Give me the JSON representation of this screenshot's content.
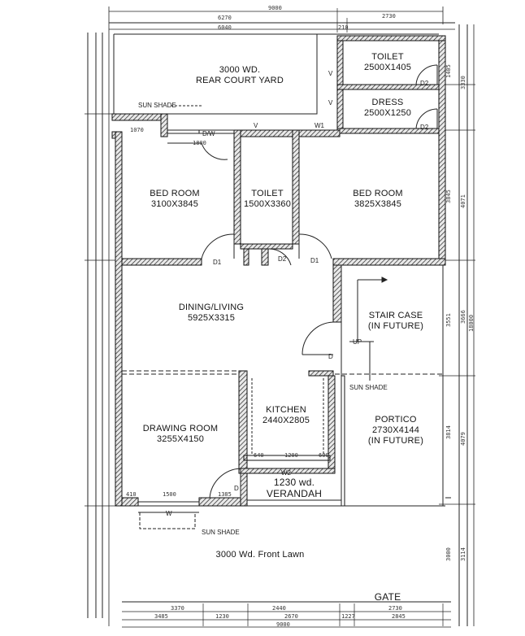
{
  "rooms": {
    "rear_court": {
      "name": "3000 WD.",
      "sub": "REAR COURT YARD"
    },
    "toilet_top": {
      "name": "TOILET",
      "size": "2500X1405"
    },
    "dress": {
      "name": "DRESS",
      "size": "2500X1250"
    },
    "bed_left": {
      "name": "BED ROOM",
      "size": "3100X3845"
    },
    "toilet_mid": {
      "name": "TOILET",
      "size": "1500X3360"
    },
    "bed_right": {
      "name": "BED ROOM",
      "size": "3825X3845"
    },
    "dining": {
      "name": "DINING/LIVING",
      "size": "5925X3315"
    },
    "stair": {
      "name": "STAIR CASE",
      "sub": "(IN FUTURE)"
    },
    "kitchen": {
      "name": "KITCHEN",
      "size": "2440X2805"
    },
    "drawing": {
      "name": "DRAWING ROOM",
      "size": "3255X4150"
    },
    "portico": {
      "name": "PORTICO",
      "size": "2730X4144",
      "sub": "(IN FUTURE)"
    },
    "verandah": {
      "name": "1230 wd.",
      "sub": "VERANDAH"
    },
    "front_lawn": {
      "name": "3000 Wd. Front Lawn"
    },
    "gate": {
      "name": "GATE"
    }
  },
  "tags": {
    "sun_shade_top": "SUN SHADE",
    "sun_shade_mid": "SUN SHADE",
    "sun_shade_bottom": "SUN SHADE",
    "dw": "D/W",
    "v1": "V",
    "v2": "V",
    "v3": "V",
    "w1": "W1",
    "w2": "W2",
    "w": "W",
    "d1_left": "D1",
    "d1_right": "D1",
    "d2_mid": "D2",
    "d2_toilet": "D2",
    "d2_dress": "D2",
    "d_dining": "D",
    "d_drawing": "D",
    "up": "UP"
  },
  "dims": {
    "top_total": "9000",
    "top_left": "6270",
    "top_right": "2730",
    "top_inner_left": "6040",
    "top_inner_right": "210",
    "bottom_total": "9000",
    "bottom_a": "3370",
    "bottom_b": "2440",
    "bottom_c": "2730",
    "bottom_d": "3485",
    "bottom_e": "1230",
    "bottom_f": "2670",
    "bottom_g": "1227",
    "bottom_h": "2845",
    "w1070": "1070",
    "w1800": "1800",
    "w640": "640",
    "w1200": "1200",
    "w600": "600",
    "w410": "410",
    "w1500": "1500",
    "w1385": "1385",
    "r1405": "1405",
    "r3330": "3330",
    "r3845": "3845",
    "r4071": "4071",
    "r3551": "3551",
    "r3666": "3666",
    "r18000": "18000",
    "r3814": "3814",
    "r4079": "4079",
    "r3000": "3000",
    "r3114": "3114"
  }
}
